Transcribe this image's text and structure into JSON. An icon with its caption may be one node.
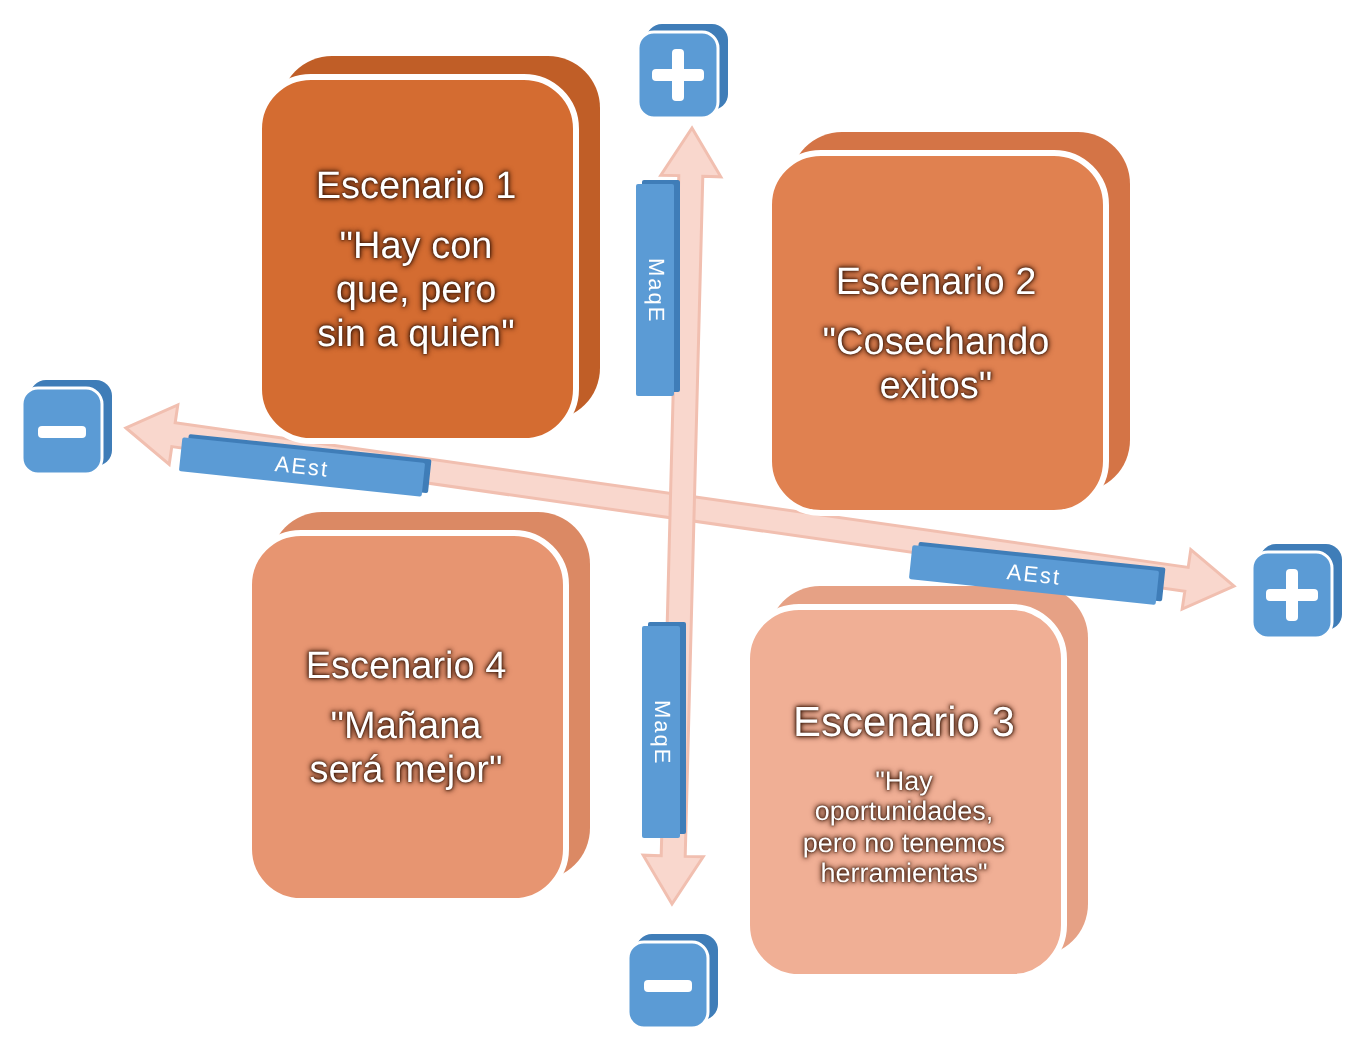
{
  "diagram": {
    "nodes": [
      {
        "text": [
          "Escenario 1",
          "\"Hay con que, pero sin a quien\""
        ]
      },
      {
        "text": [
          "Escenario 2",
          "\"Cosechando exitos\""
        ]
      },
      {
        "text": [
          "Escenario 4",
          "\"Mañana será mejor\""
        ]
      },
      {
        "text": [
          "Escenario 3",
          "\"Hay oportunidades, pero no tenemos herramientas\""
        ]
      }
    ],
    "labels": [
      "MaqE",
      "AEst",
      "AEst",
      "MaqE"
    ]
  }
}
